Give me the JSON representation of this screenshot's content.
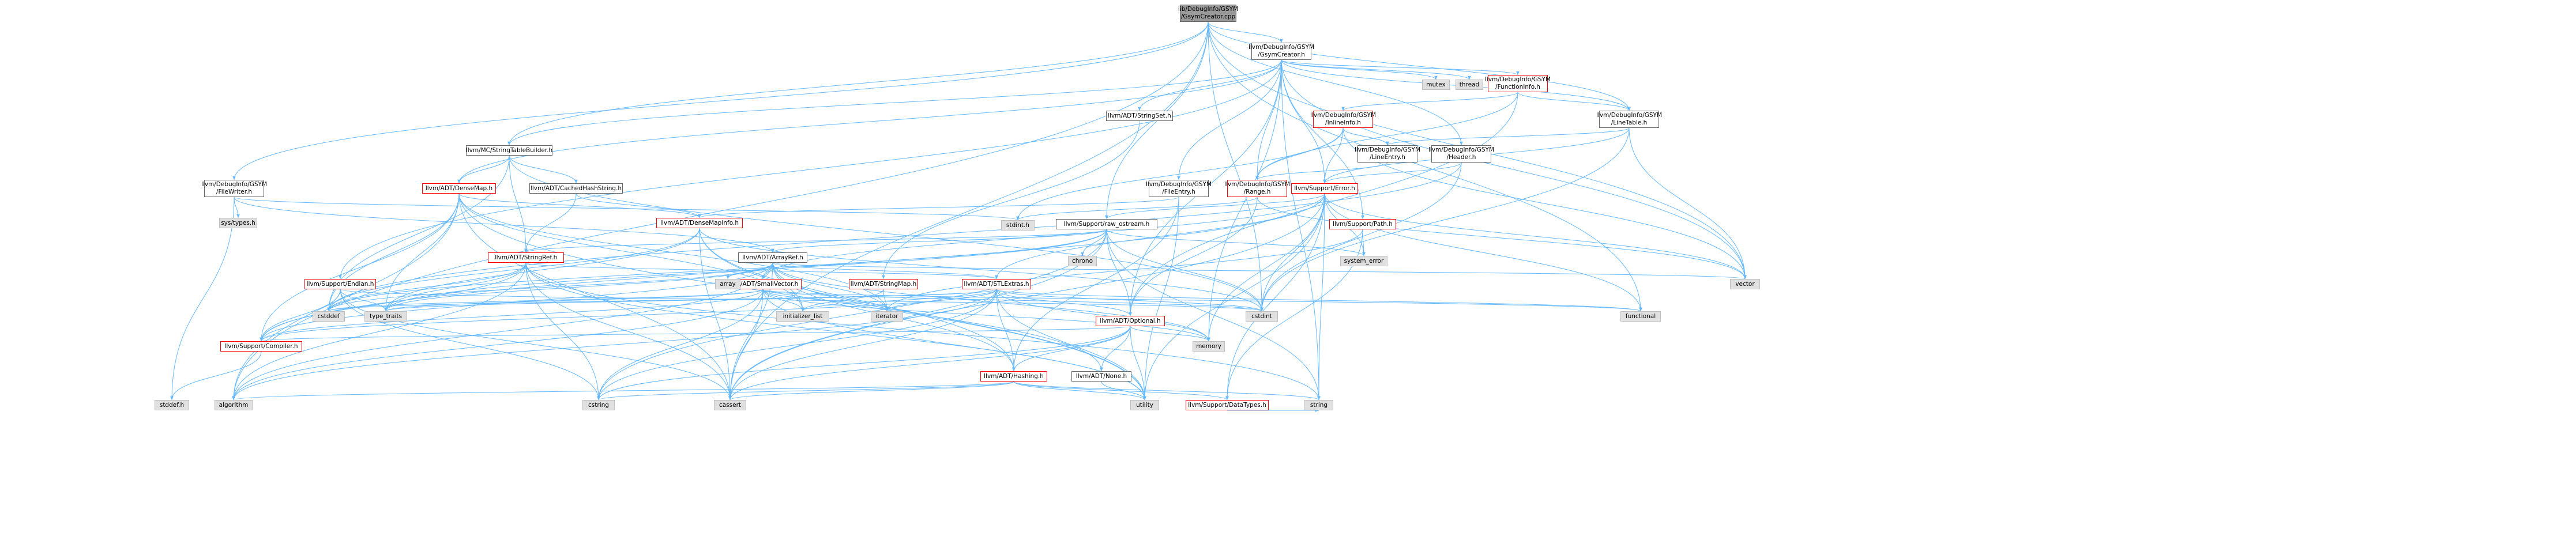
{
  "colors": {
    "edge": "#63b8ff",
    "node_border": "#666666",
    "node_border_truncated": "#ff0000",
    "system_header_fill": "#e0e0e0",
    "root_fill": "#999999"
  },
  "nodes": {
    "root": "lib/DebugInfo/GSYM\n/GsymCreator.cpp",
    "gsymcreator_h": "llvm/DebugInfo/GSYM\n/GsymCreator.h",
    "filewriter_h": "llvm/DebugInfo/GSYM\n/FileWriter.h",
    "stringtablebuilder_h": "llvm/MC/StringTableBuilder.h",
    "stringset_h": "llvm/ADT/StringSet.h",
    "fileentry_h": "llvm/DebugInfo/GSYM\n/FileEntry.h",
    "range_h": "llvm/DebugInfo/GSYM\n/Range.h",
    "functioninfo_h": "llvm/DebugInfo/GSYM\n/FunctionInfo.h",
    "inlineinfo_h": "llvm/DebugInfo/GSYM\n/InlineInfo.h",
    "lineentry_h": "llvm/DebugInfo/GSYM\n/LineEntry.h",
    "linetable_h": "llvm/DebugInfo/GSYM\n/LineTable.h",
    "header_h": "llvm/DebugInfo/GSYM\n/Header.h",
    "error_h": "llvm/Support/Error.h",
    "path_h": "llvm/Support/Path.h",
    "raw_ostream_h": "llvm/Support/raw_ostream.h",
    "densemap_h": "llvm/ADT/DenseMap.h",
    "cachedhashstring_h": "llvm/ADT/CachedHashString.h",
    "densemapinfo_h": "llvm/ADT/DenseMapInfo.h",
    "stringref_h": "llvm/ADT/StringRef.h",
    "arrayref_h": "llvm/ADT/ArrayRef.h",
    "endian_h": "llvm/Support/Endian.h",
    "smallvector_h": "llvm/ADT/SmallVector.h",
    "stringmap_h": "llvm/ADT/StringMap.h",
    "stlextras_h": "llvm/ADT/STLExtras.h",
    "optional_h": "llvm/ADT/Optional.h",
    "compiler_h": "llvm/Support/Compiler.h",
    "hashing_h": "llvm/ADT/Hashing.h",
    "none_h": "llvm/ADT/None.h",
    "datatypes_h": "llvm/Support/DataTypes.h",
    "mutex": "mutex",
    "thread": "thread",
    "sys_types_h": "sys/types.h",
    "stdint_h": "stdint.h",
    "chrono": "chrono",
    "system_error": "system_error",
    "array": "array",
    "vector": "vector",
    "cstddef": "cstddef",
    "type_traits": "type_traits",
    "initializer_list": "initializer_list",
    "iterator": "iterator",
    "cstdint": "cstdint",
    "functional": "functional",
    "memory": "memory",
    "stddef_h": "stddef.h",
    "algorithm": "algorithm",
    "cstring": "cstring",
    "cassert": "cassert",
    "utility": "utility",
    "string": "string"
  }
}
